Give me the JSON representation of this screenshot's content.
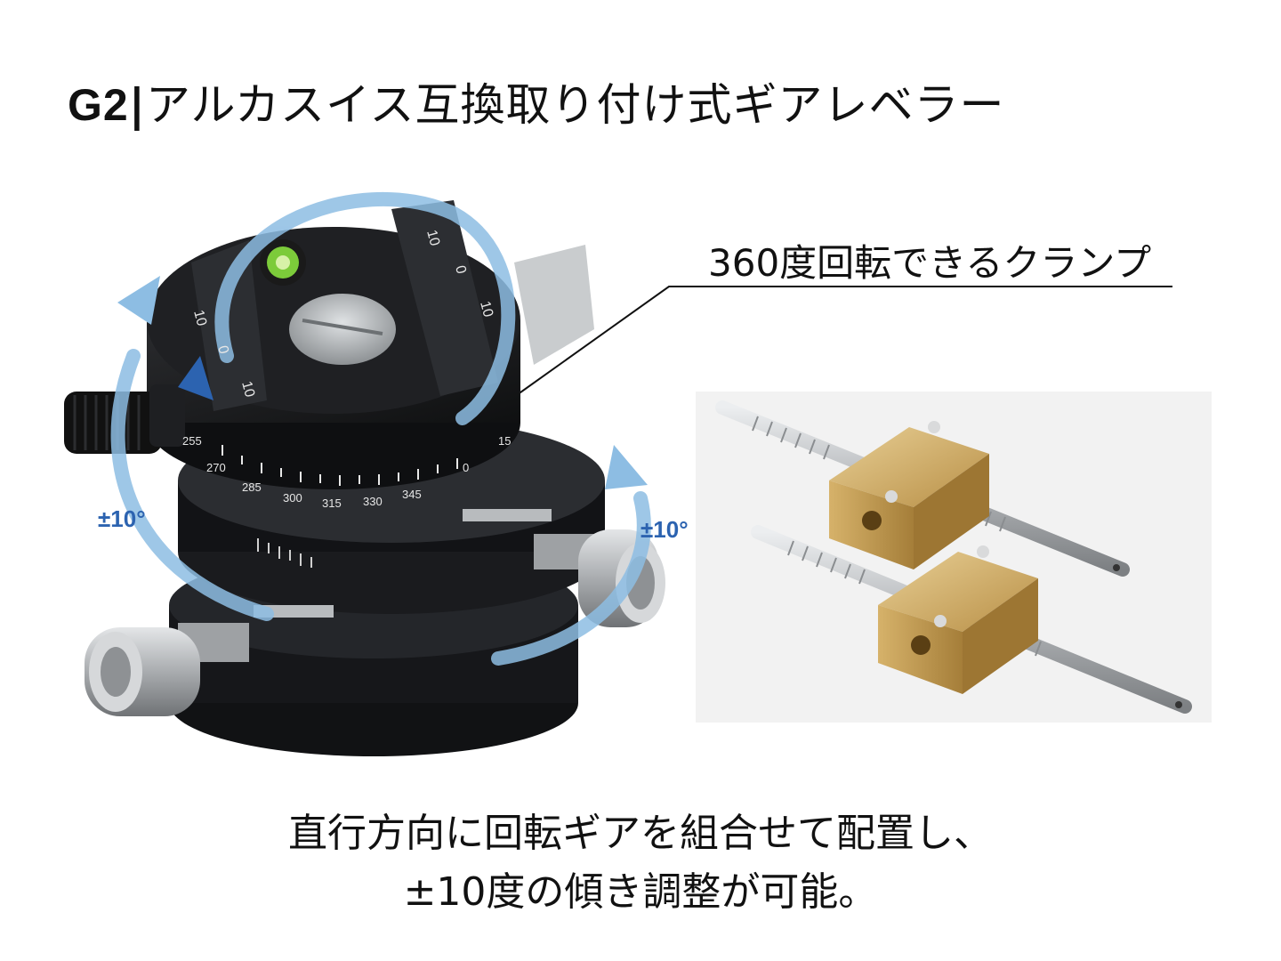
{
  "title": {
    "model": "G2",
    "separator": "|",
    "text": "アルカスイス互換取り付け式ギアレベラー"
  },
  "callout": {
    "clamp": "360度回転できるクランプ"
  },
  "angle_labels": {
    "left": "±10°",
    "right": "±10°"
  },
  "caption": {
    "line1": "直行方向に回転ギアを組合せて配置し、",
    "line2": "±10度の傾き調整が可能。"
  },
  "scale_labels": {
    "clamp_top": [
      "10",
      "0",
      "10"
    ],
    "clamp_left": [
      "10",
      "0",
      "10"
    ],
    "panorama": [
      "255",
      "270",
      "285",
      "300",
      "315",
      "330",
      "345",
      "0",
      "15"
    ]
  },
  "colors": {
    "arrow": "#8dbde3",
    "angle_text": "#2c63b0",
    "body_dark": "#1a1b1d",
    "brass": "#c9a560",
    "steel": "#b9bcbf"
  }
}
